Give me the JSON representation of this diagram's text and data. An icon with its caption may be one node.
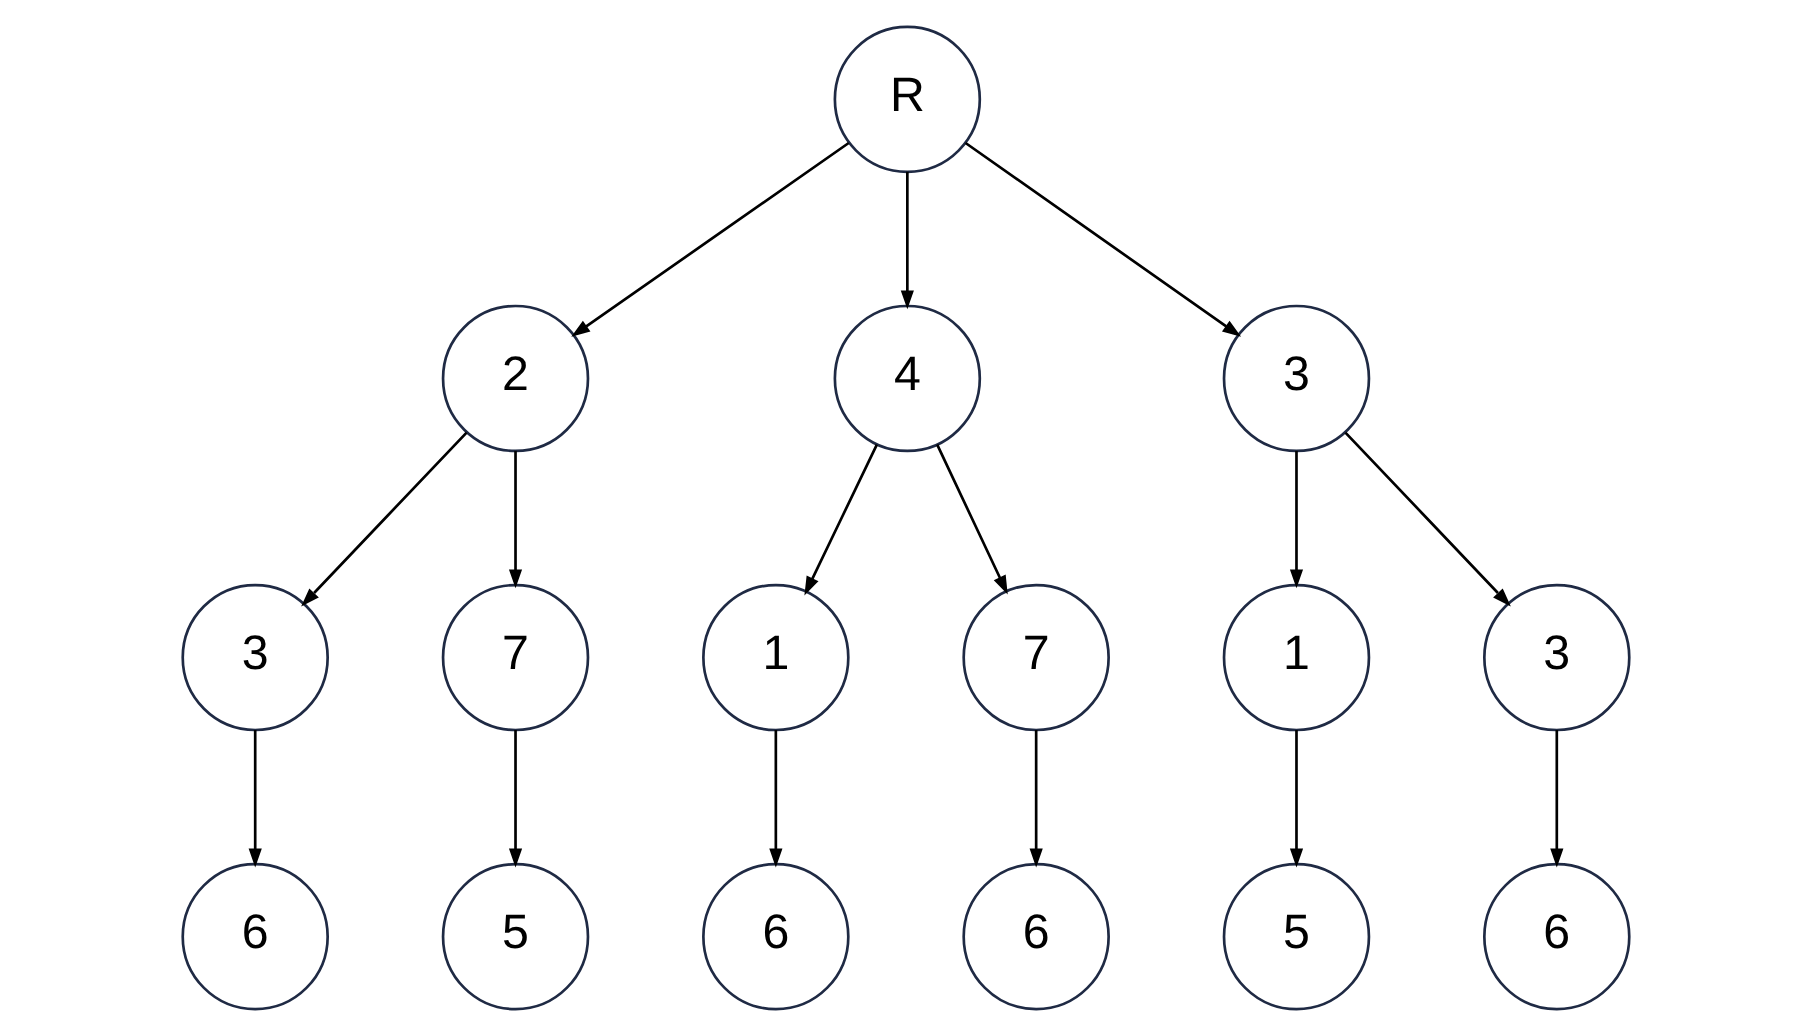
{
  "diagram": {
    "nodes": [
      {
        "text": [
          "R"
        ]
      },
      {
        "text": [
          "2"
        ]
      },
      {
        "text": [
          "4"
        ]
      },
      {
        "text": [
          "3"
        ]
      },
      {
        "text": [
          "3"
        ]
      },
      {
        "text": [
          "7"
        ]
      },
      {
        "text": [
          "1"
        ]
      },
      {
        "text": [
          "7"
        ]
      },
      {
        "text": [
          "1"
        ]
      },
      {
        "text": [
          "3"
        ]
      },
      {
        "text": [
          "6"
        ]
      },
      {
        "text": [
          "5"
        ]
      },
      {
        "text": [
          "6"
        ]
      },
      {
        "text": [
          "6"
        ]
      },
      {
        "text": [
          "5"
        ]
      },
      {
        "text": [
          "6"
        ]
      }
    ],
    "edges": [
      {
        "from": 0,
        "to": 1,
        "arrow": "to"
      },
      {
        "from": 0,
        "to": 2,
        "arrow": "to"
      },
      {
        "from": 0,
        "to": 3,
        "arrow": "to"
      },
      {
        "from": 1,
        "to": 4,
        "arrow": "to"
      },
      {
        "from": 1,
        "to": 5,
        "arrow": "to"
      },
      {
        "from": 2,
        "to": 6,
        "arrow": "to"
      },
      {
        "from": 2,
        "to": 7,
        "arrow": "to"
      },
      {
        "from": 3,
        "to": 8,
        "arrow": "to"
      },
      {
        "from": 3,
        "to": 9,
        "arrow": "to"
      },
      {
        "from": 4,
        "to": 10,
        "arrow": "to"
      },
      {
        "from": 5,
        "to": 11,
        "arrow": "to"
      },
      {
        "from": 6,
        "to": 12,
        "arrow": "to"
      },
      {
        "from": 7,
        "to": 13,
        "arrow": "to"
      },
      {
        "from": 8,
        "to": 14,
        "arrow": "to"
      },
      {
        "from": 9,
        "to": 15,
        "arrow": "to"
      }
    ]
  }
}
